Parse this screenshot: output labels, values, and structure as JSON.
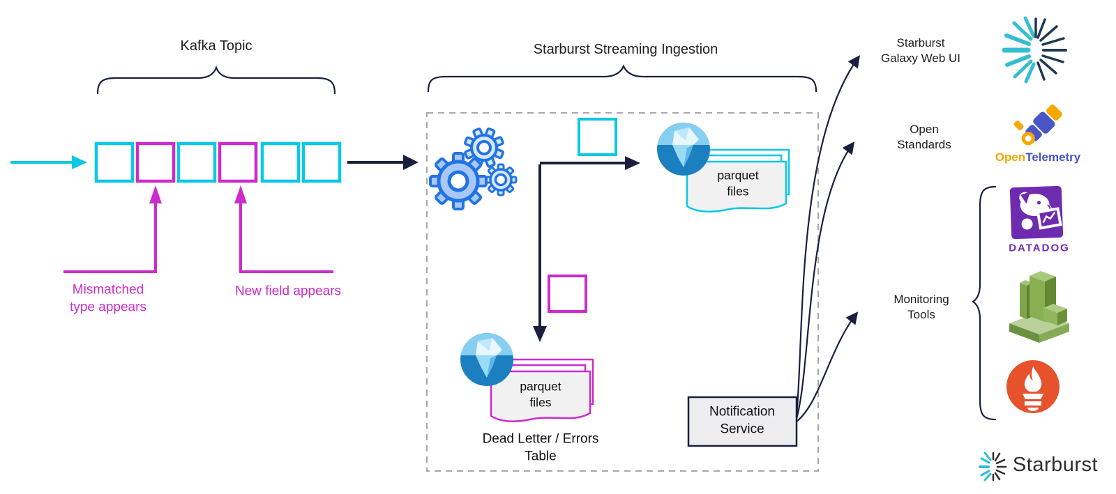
{
  "diagram": {
    "kafka": {
      "title": "Kafka Topic",
      "mismatched_label": "Mismatched\ntype appears",
      "new_field_label": "New field appears",
      "segment_colors": [
        "#0cc7e6",
        "#cb2ccb",
        "#0cc7e6",
        "#cb2ccb",
        "#0cc7e6",
        "#0cc7e6"
      ]
    },
    "ingestion": {
      "title": "Starburst Streaming Ingestion",
      "valid_record_color": "#0cc7e6",
      "error_record_color": "#cb2ccb",
      "parquet_main_label": "parquet\nfiles",
      "parquet_dead_letter_label": "parquet\nfiles",
      "dead_letter_title": "Dead Letter / Errors\nTable",
      "notification_service_label": "Notification\nService"
    },
    "outputs": {
      "galaxy_label": "Starburst\nGalaxy Web UI",
      "open_standards_label": "Open\nStandards",
      "monitoring_label": "Monitoring\nTools"
    },
    "logos": {
      "datadog_text": "DATADOG",
      "otel_text_open": "Open",
      "otel_text_telemetry": "Telemetry",
      "starburst_wordmark": "Starburst"
    },
    "icons": {
      "gears": "data-processing-gears-icon",
      "iceberg": "iceberg-table-icon",
      "galaxy": "starburst-galaxy-logo-icon",
      "opentelemetry": "opentelemetry-telescope-icon",
      "datadog": "datadog-dog-icon",
      "cloudwatch": "aws-cloudwatch-icon",
      "prometheus": "prometheus-flame-icon",
      "starburst": "starburst-logo-icon"
    },
    "colors": {
      "cyan": "#0cc7e6",
      "magenta": "#cb2ccb",
      "navy": "#1a1f3e",
      "dashed_gray": "#a8a8a8",
      "gear_blue": "#2274e4",
      "datadog_purple": "#6f2bb0",
      "aws_green": "#7aa344",
      "prometheus_orange": "#e6522c",
      "otel_orange": "#f5a800",
      "otel_blue": "#4653c9",
      "starburst_teal": "#35bdd1"
    }
  }
}
